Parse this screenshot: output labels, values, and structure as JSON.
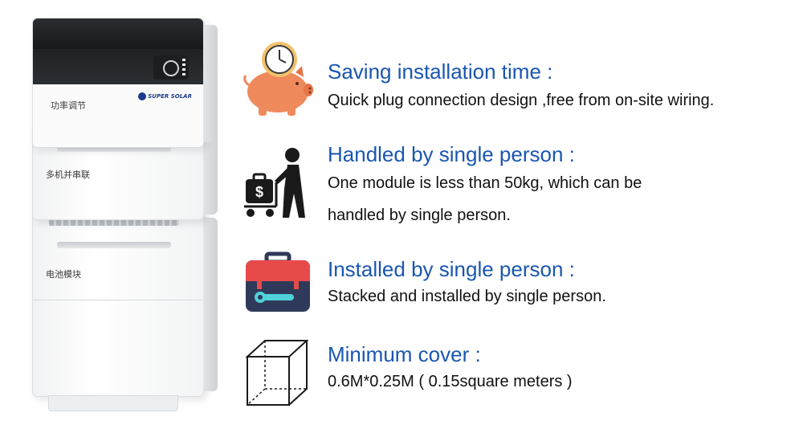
{
  "product": {
    "labels": [
      "功率调节",
      "多机并串联",
      "电池模块"
    ],
    "logo_text": "SUPER SOLAR"
  },
  "features": [
    {
      "icon": "piggy-bank-clock-icon",
      "title": "Saving installation time :",
      "lines": [
        "Quick plug connection design ,free from on-site wiring."
      ]
    },
    {
      "icon": "person-pushing-cart-icon",
      "title": "Handled by single person :",
      "lines": [
        "One module is less than 50kg, which can be",
        "handled by single person."
      ]
    },
    {
      "icon": "toolbox-icon",
      "title": "Installed by single person :",
      "lines": [
        "Stacked and installed by single person."
      ]
    },
    {
      "icon": "cube-outline-icon",
      "title": "Minimum cover :",
      "lines": [
        "0.6M*0.25M ( 0.15square meters )"
      ]
    }
  ],
  "colors": {
    "title": "#1a56b0",
    "text": "#111111",
    "piggy": "#ef8a5c",
    "toolbox_red": "#e84a4a",
    "toolbox_navy": "#2f3a5a"
  }
}
